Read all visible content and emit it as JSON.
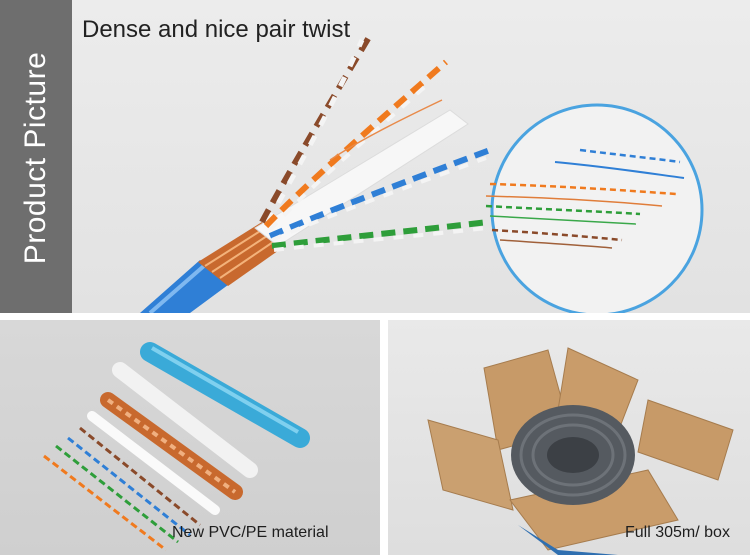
{
  "side_label": "Product Picture",
  "top_caption": "Dense and nice pair twist",
  "bottom_left_caption": "New PVC/PE material",
  "bottom_right_caption": "Full 305m/ box",
  "colors": {
    "sidebar": "#6e6e6e",
    "cable_jacket": "#2f7fd6",
    "foil_shield": "#c8692e",
    "magnifier_ring": "#4aa3e0",
    "box_cardboard": "#c79a68"
  }
}
